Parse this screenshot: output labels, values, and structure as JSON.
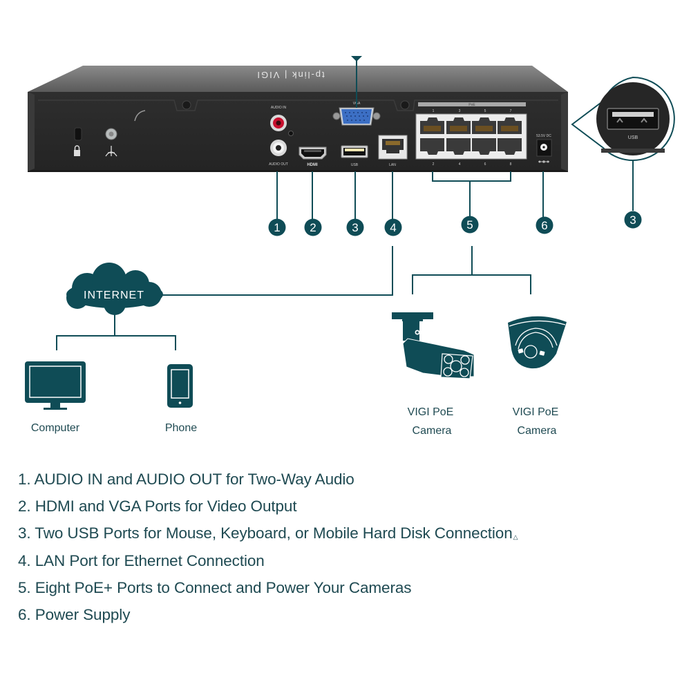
{
  "device": {
    "brand_text": "tp-link | VIGI",
    "port_labels": {
      "audio_in": "AUDIO IN",
      "audio_out": "AUDIO OUT",
      "vga": "VGA",
      "hdmi": "HDMI",
      "usb": "USB",
      "lan": "LAN",
      "poe": "PoE",
      "power": "53.5V DC",
      "poe_top_numbers": [
        "1",
        "3",
        "5",
        "7"
      ],
      "poe_bottom_numbers": [
        "2",
        "4",
        "6",
        "8"
      ]
    }
  },
  "zoom_callout": {
    "label": "USB",
    "number": "3"
  },
  "callouts": [
    {
      "number": "1",
      "target": "audio"
    },
    {
      "number": "2",
      "target": "hdmi"
    },
    {
      "number": "3",
      "target": "usb"
    },
    {
      "number": "4",
      "target": "lan"
    },
    {
      "number": "5",
      "target": "poe"
    },
    {
      "number": "6",
      "target": "power"
    }
  ],
  "network": {
    "internet_label": "INTERNET",
    "clients": [
      {
        "label": "Computer",
        "icon": "monitor-icon"
      },
      {
        "label": "Phone",
        "icon": "phone-icon"
      }
    ],
    "cameras": [
      {
        "label_line1": "VIGI PoE",
        "label_line2": "Camera",
        "icon": "bullet-camera-icon"
      },
      {
        "label_line1": "VIGI PoE",
        "label_line2": "Camera",
        "icon": "turret-camera-icon"
      }
    ]
  },
  "features": [
    {
      "text": "1. AUDIO IN and AUDIO OUT for Two-Way Audio",
      "note": ""
    },
    {
      "text": "2. HDMI and VGA Ports for Video Output",
      "note": ""
    },
    {
      "text": "3. Two USB Ports for Mouse, Keyboard, or Mobile Hard Disk Connection",
      "note": "△"
    },
    {
      "text": "4. LAN Port for Ethernet Connection",
      "note": ""
    },
    {
      "text": "5. Eight PoE+ Ports to Connect and Power Your Cameras",
      "note": ""
    },
    {
      "text": "6. Power Supply",
      "note": ""
    }
  ],
  "colors": {
    "teal": "#0f4c56",
    "device_body": "#2b2b2b",
    "device_top": "#6b6b6b"
  }
}
